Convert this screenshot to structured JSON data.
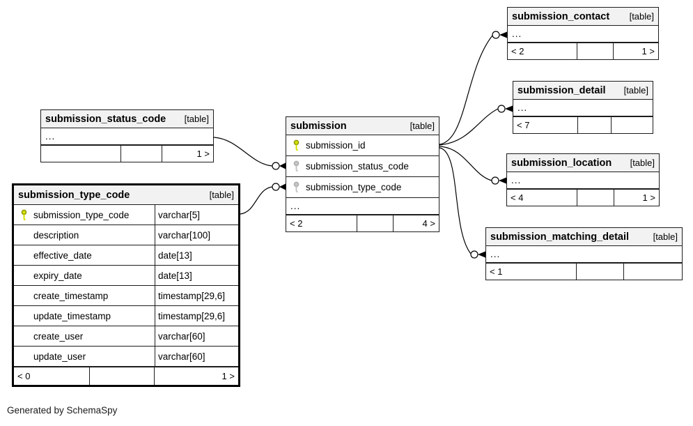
{
  "note": "Generated by SchemaSpy",
  "colors": {
    "pk_key": "#d6e000",
    "pk_key_stroke": "#8a9400",
    "fk_key": "#c6c6c6",
    "fk_key_stroke": "#aaaaaa",
    "header_bg": "#f2f2f2",
    "line": "#000000"
  },
  "tables": {
    "status": {
      "title": "submission_status_code",
      "badge": "[table]",
      "more": "...",
      "foot": [
        "",
        "",
        "1 >"
      ]
    },
    "type": {
      "title": "submission_type_code",
      "badge": "[table]",
      "cols": [
        {
          "n": "submission_type_code",
          "t": "varchar[5]",
          "key": "pk"
        },
        {
          "n": "description",
          "t": "varchar[100]",
          "key": ""
        },
        {
          "n": "effective_date",
          "t": "date[13]",
          "key": ""
        },
        {
          "n": "expiry_date",
          "t": "date[13]",
          "key": ""
        },
        {
          "n": "create_timestamp",
          "t": "timestamp[29,6]",
          "key": ""
        },
        {
          "n": "update_timestamp",
          "t": "timestamp[29,6]",
          "key": ""
        },
        {
          "n": "create_user",
          "t": "varchar[60]",
          "key": ""
        },
        {
          "n": "update_user",
          "t": "varchar[60]",
          "key": ""
        }
      ],
      "foot": [
        "< 0",
        "",
        "1 >"
      ]
    },
    "submission": {
      "title": "submission",
      "badge": "[table]",
      "cols": [
        {
          "n": "submission_id",
          "key": "pk"
        },
        {
          "n": "submission_status_code",
          "key": "fk"
        },
        {
          "n": "submission_type_code",
          "key": "fk"
        }
      ],
      "more": "...",
      "foot": [
        "< 2",
        "",
        "4 >"
      ]
    },
    "contact": {
      "title": "submission_contact",
      "badge": "[table]",
      "more": "...",
      "foot": [
        "< 2",
        "",
        "1 >"
      ]
    },
    "detail": {
      "title": "submission_detail",
      "badge": "[table]",
      "more": "...",
      "foot": [
        "< 7",
        "",
        ""
      ]
    },
    "location": {
      "title": "submission_location",
      "badge": "[table]",
      "more": "...",
      "foot": [
        "< 4",
        "",
        "1 >"
      ]
    },
    "matching": {
      "title": "submission_matching_detail",
      "badge": "[table]",
      "more": "...",
      "foot": [
        "< 1",
        "",
        ""
      ]
    }
  }
}
